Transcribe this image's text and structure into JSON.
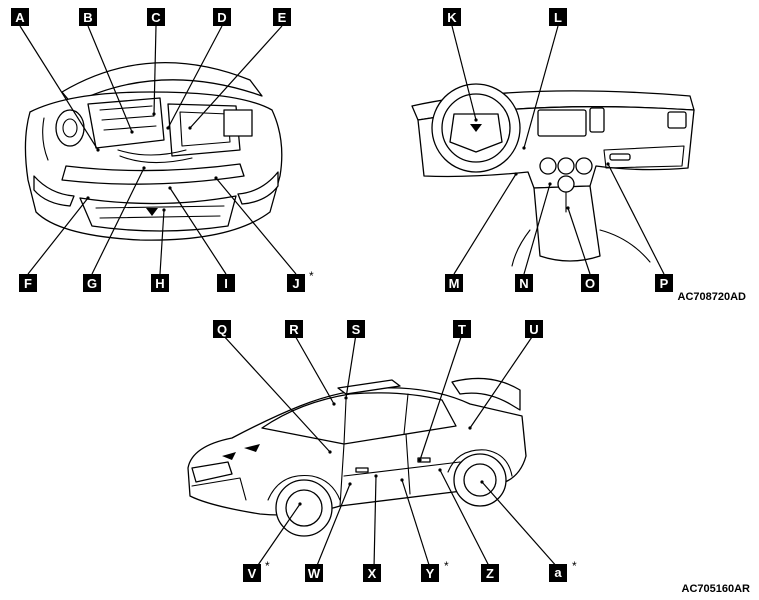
{
  "figure_codes": {
    "top": "AC708720AD",
    "bottom": "AC705160AR"
  },
  "asterisk": "*",
  "callouts": [
    {
      "id": "A",
      "text": "A",
      "star": false
    },
    {
      "id": "B",
      "text": "B",
      "star": false
    },
    {
      "id": "C",
      "text": "C",
      "star": false
    },
    {
      "id": "D",
      "text": "D",
      "star": false
    },
    {
      "id": "E",
      "text": "E",
      "star": false
    },
    {
      "id": "F",
      "text": "F",
      "star": false
    },
    {
      "id": "G",
      "text": "G",
      "star": false
    },
    {
      "id": "H",
      "text": "H",
      "star": false
    },
    {
      "id": "I",
      "text": "I",
      "star": false
    },
    {
      "id": "J",
      "text": "J",
      "star": true
    },
    {
      "id": "K",
      "text": "K",
      "star": false
    },
    {
      "id": "L",
      "text": "L",
      "star": false
    },
    {
      "id": "M",
      "text": "M",
      "star": false
    },
    {
      "id": "N",
      "text": "N",
      "star": false
    },
    {
      "id": "O",
      "text": "O",
      "star": false
    },
    {
      "id": "P",
      "text": "P",
      "star": false
    },
    {
      "id": "Q",
      "text": "Q",
      "star": false
    },
    {
      "id": "R",
      "text": "R",
      "star": false
    },
    {
      "id": "S",
      "text": "S",
      "star": false
    },
    {
      "id": "T",
      "text": "T",
      "star": false
    },
    {
      "id": "U",
      "text": "U",
      "star": false
    },
    {
      "id": "V",
      "text": "V",
      "star": true
    },
    {
      "id": "W",
      "text": "W",
      "star": false
    },
    {
      "id": "X",
      "text": "X",
      "star": false
    },
    {
      "id": "Y",
      "text": "Y",
      "star": true
    },
    {
      "id": "Z",
      "text": "Z",
      "star": false
    },
    {
      "id": "a",
      "text": "a",
      "star": true
    }
  ]
}
